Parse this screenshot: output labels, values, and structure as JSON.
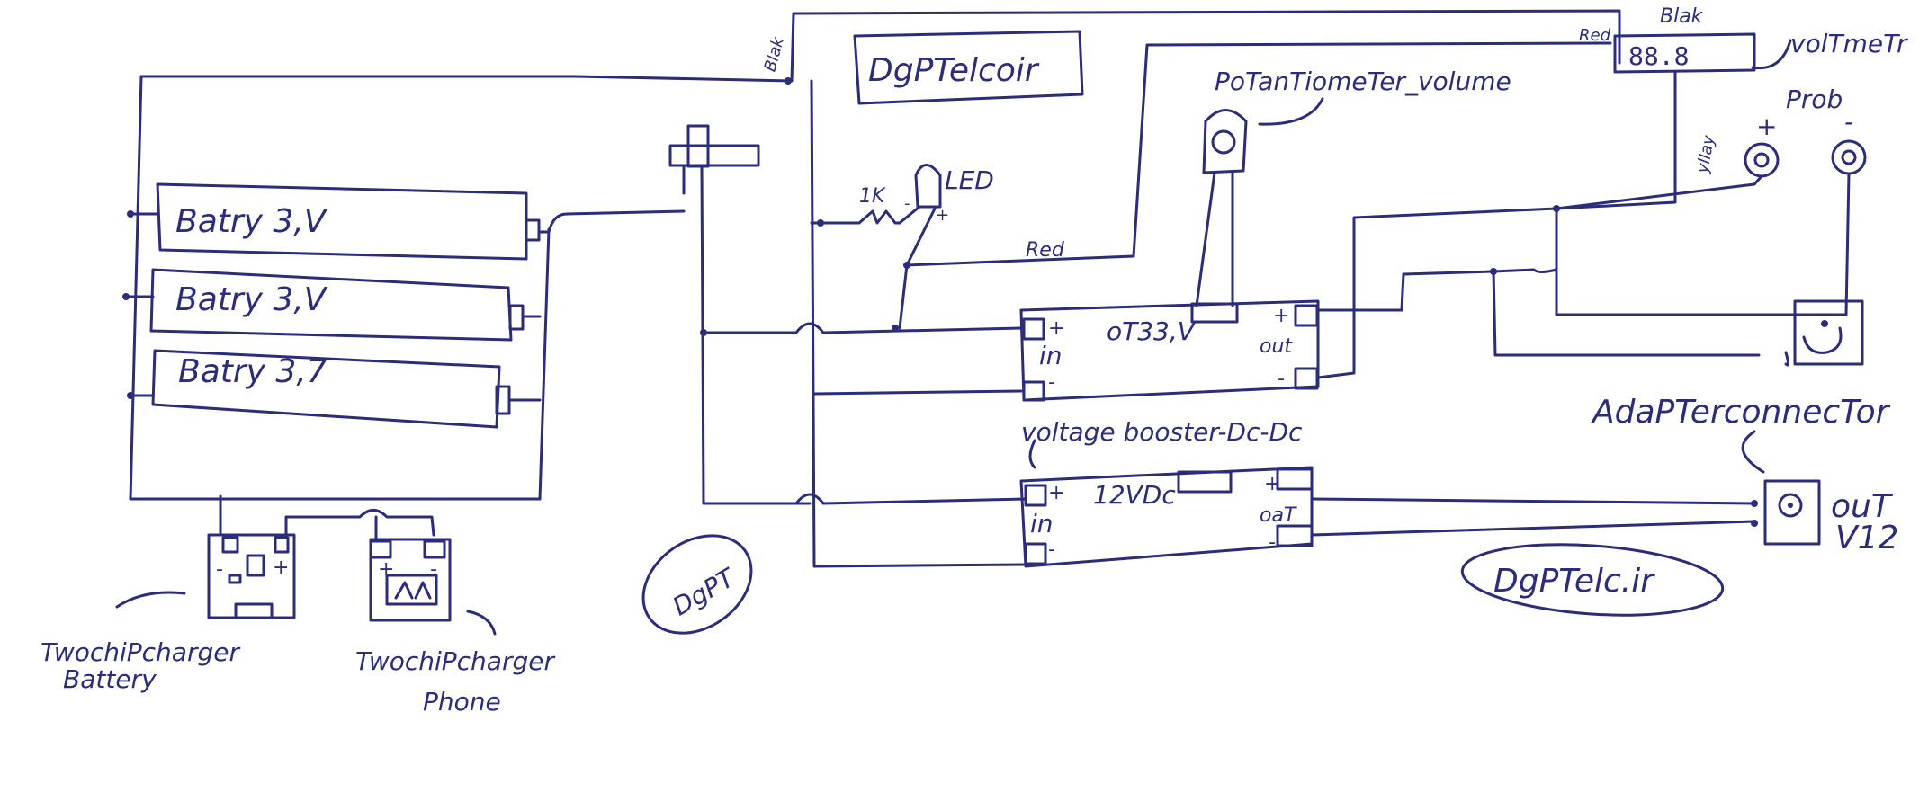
{
  "colors": {
    "ink": "#2b2d7a",
    "paper": "#ffffff"
  },
  "labels": {
    "watermark_top": "DgPTelcoir",
    "watermark_left": "DgPT",
    "watermark_bottom": "DgPTelc.ir",
    "battery_1": "Batry 3,V",
    "battery_2": "Batry 3,V",
    "battery_3": "Batry 3,7",
    "charger_battery_line1": "TwochiPcharger",
    "charger_battery_line2": "Battery",
    "charger_phone_line1": "TwochiPcharger",
    "charger_phone_line2": "Phone",
    "black_left": "Blak",
    "black_top": "Blak",
    "red_top": "Red",
    "red_wire": "Red",
    "yellow": "yllay",
    "pot": "PoTanTiomeTer_volume",
    "led": "LED",
    "resistor": "1K",
    "voltmeter": "volTmeTr",
    "voltmeter_display": "88.8",
    "probe": "Prob",
    "probe_plus": "+",
    "probe_minus": "-",
    "booster_caption": "voltage booster-Dc-Dc",
    "booster1_title": "oT33,V",
    "booster2_title": "12VDc",
    "pin_plus": "+",
    "pin_minus": "-",
    "pin_in": "in",
    "pin_out": "out",
    "pin_out2": "oaT",
    "adapter": "AdaPTerconnecTor",
    "out_line1": "ouT",
    "out_line2": "V12",
    "led_minus": "-",
    "led_plus": "+"
  }
}
